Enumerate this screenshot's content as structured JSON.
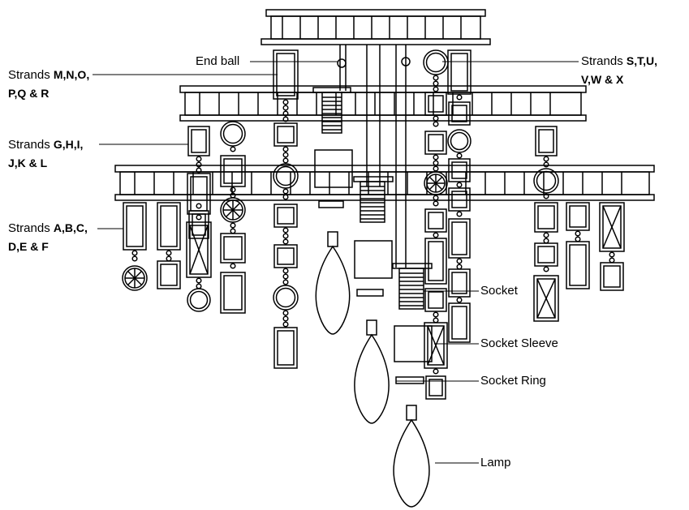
{
  "labels": {
    "end_ball": "End ball",
    "strands_mno": {
      "prefix": "Strands ",
      "line1": "M,N,O,",
      "line2": "P,Q & R"
    },
    "strands_ghi": {
      "prefix": "Strands ",
      "line1": "G,H,I,",
      "line2": "J,K & L"
    },
    "strands_abc": {
      "prefix": "Strands ",
      "line1": "A,B,C,",
      "line2": "D,E & F"
    },
    "strands_stu": {
      "prefix": "Strands ",
      "line1": "S,T,U,",
      "line2": "V,W & X"
    },
    "socket": "Socket",
    "socket_sleeve": "Socket Sleeve",
    "socket_ring": "Socket Ring",
    "lamp": "Lamp"
  }
}
